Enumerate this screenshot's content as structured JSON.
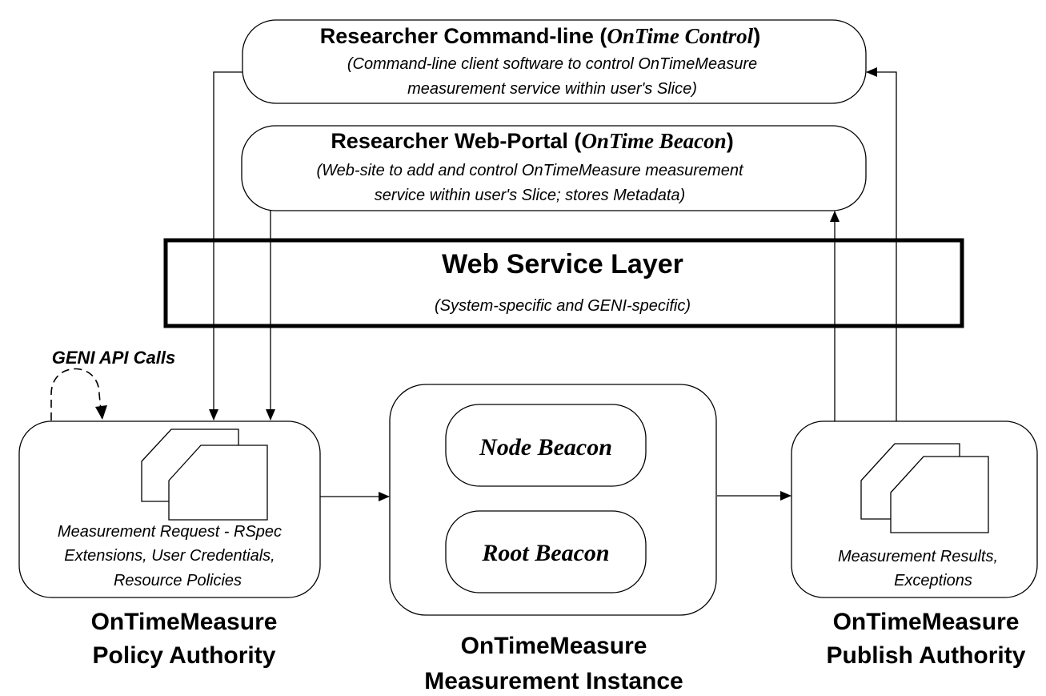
{
  "command_line": {
    "title_prefix": "Researcher Command-line (",
    "title_em": "OnTime Control",
    "title_suffix": ")",
    "desc_line1": "(Command-line client software to control OnTimeMeasure",
    "desc_line2": "measurement service within user's Slice)"
  },
  "web_portal": {
    "title_prefix": "Researcher Web-Portal (",
    "title_em": "OnTime Beacon",
    "title_suffix": ")",
    "desc_line1": "(Web-site to add and control OnTimeMeasure measurement",
    "desc_line2": "service within user's Slice; stores Metadata)"
  },
  "web_service_layer": {
    "title": "Web Service Layer",
    "subtitle": "(System-specific and GENI-specific)"
  },
  "geni_api_calls": "GENI API Calls",
  "policy_authority": {
    "doc_line1": "Measurement Request - RSpec",
    "doc_line2": "Extensions, User Credentials,",
    "doc_line3": "Resource Policies",
    "label_line1": "OnTimeMeasure",
    "label_line2": "Policy Authority"
  },
  "measurement_instance": {
    "node_beacon": "Node Beacon",
    "root_beacon": "Root Beacon",
    "label_line1": "OnTimeMeasure",
    "label_line2": "Measurement Instance"
  },
  "publish_authority": {
    "doc_line1": "Measurement Results,",
    "doc_line2": "Exceptions",
    "label_line1": "OnTimeMeasure",
    "label_line2": "Publish Authority"
  }
}
